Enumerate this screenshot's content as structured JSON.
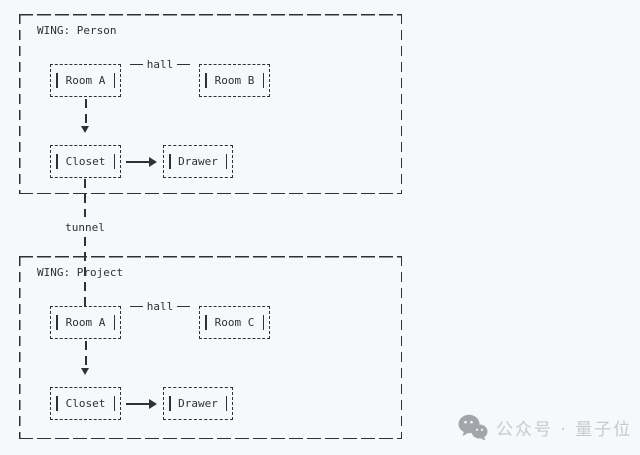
{
  "diagram": {
    "wings": [
      {
        "title": "WING: Person",
        "rooms": [
          "Room A",
          "Room B"
        ],
        "hall_label": "hall",
        "closet": "Closet",
        "drawer": "Drawer"
      },
      {
        "title": "WING: Project",
        "rooms": [
          "Room A",
          "Room C"
        ],
        "hall_label": "hall",
        "closet": "Closet",
        "drawer": "Drawer"
      }
    ],
    "tunnel_label": "tunnel",
    "colors": {
      "line": "#2c3238",
      "background": "#f6f8fa",
      "watermark_icon": "#a2a6aa",
      "watermark_text": "#c7cacd"
    }
  },
  "watermark": {
    "icon": "wechat-icon",
    "text": "公众号 · 量子位"
  }
}
